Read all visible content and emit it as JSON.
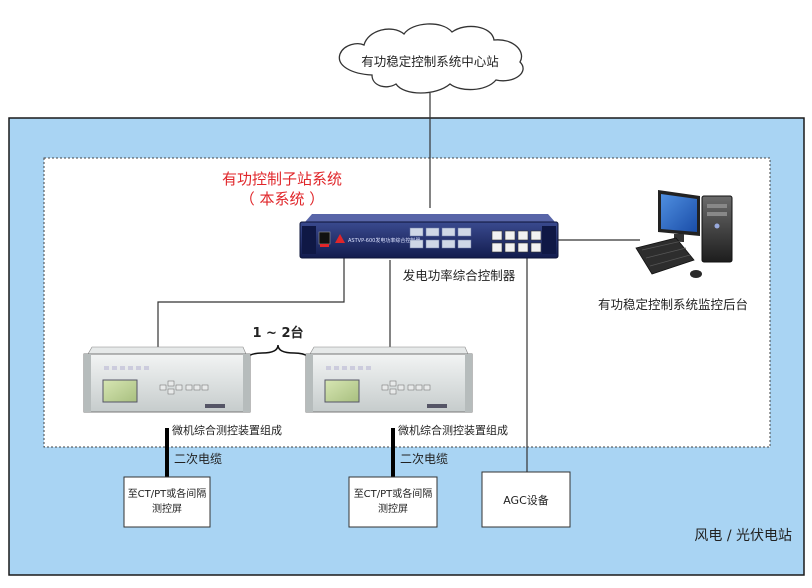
{
  "cloud": {
    "label": "有功稳定控制系统中心站"
  },
  "station": {
    "label": "风电 / 光伏电站"
  },
  "subsystem": {
    "title": "有功控制子站系统",
    "subtitle": "（ 本系统 ）"
  },
  "controller": {
    "label": "发电功率综合控制器",
    "panel_text": "ASTVP-600发电功率综合控制器"
  },
  "monitor": {
    "label": "有功稳定控制系统监控后台"
  },
  "device_count": {
    "label": "1 ~ 2台"
  },
  "relay_left": {
    "label": "微机综合测控装置组成"
  },
  "relay_right": {
    "label": "微机综合测控装置组成"
  },
  "cable_left": {
    "label": "二次电缆"
  },
  "cable_right": {
    "label": "二次电缆"
  },
  "ctpt_left": {
    "line1": "至CT/PT或各间隔",
    "line2": "测控屏"
  },
  "ctpt_right": {
    "line1": "至CT/PT或各间隔",
    "line2": "测控屏"
  },
  "agc": {
    "label": "AGC设备"
  },
  "colors": {
    "station_fill": "#a9d4f3",
    "inner_fill": "#ffffff",
    "accent_red": "#e0262a",
    "device_navy": "#1c2a6b"
  }
}
